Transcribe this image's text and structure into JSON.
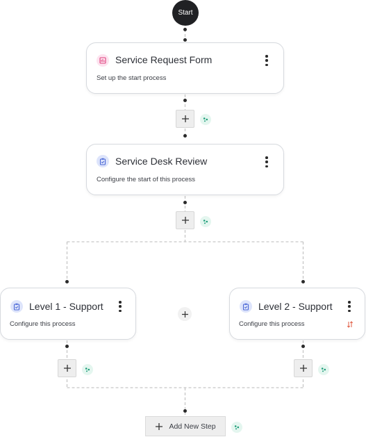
{
  "start": {
    "label": "Start"
  },
  "nodes": {
    "service_request_form": {
      "title": "Service Request Form",
      "description": "Set up the start process",
      "icon": "form-icon",
      "icon_color": "#e0407d"
    },
    "service_desk_review": {
      "title": "Service Desk Review",
      "description": "Configure the start of this process",
      "icon": "clipboard-icon",
      "icon_color": "#4a67d6"
    },
    "level_1_support": {
      "title": "Level 1 - Support",
      "description": "Configure this process",
      "icon": "clipboard-icon",
      "icon_color": "#4a67d6"
    },
    "level_2_support": {
      "title": "Level 2 - Support",
      "description": "Configure this process",
      "icon": "clipboard-icon",
      "icon_color": "#4a67d6",
      "extra_icon": "sort-arrows-icon"
    }
  },
  "add_step": {
    "label": "Add New Step"
  },
  "colors": {
    "connector": "#c7c7c7",
    "dot": "#2b2b2b",
    "ai_accent": "#1f9e7a",
    "sort_accent": "#e0583f"
  }
}
